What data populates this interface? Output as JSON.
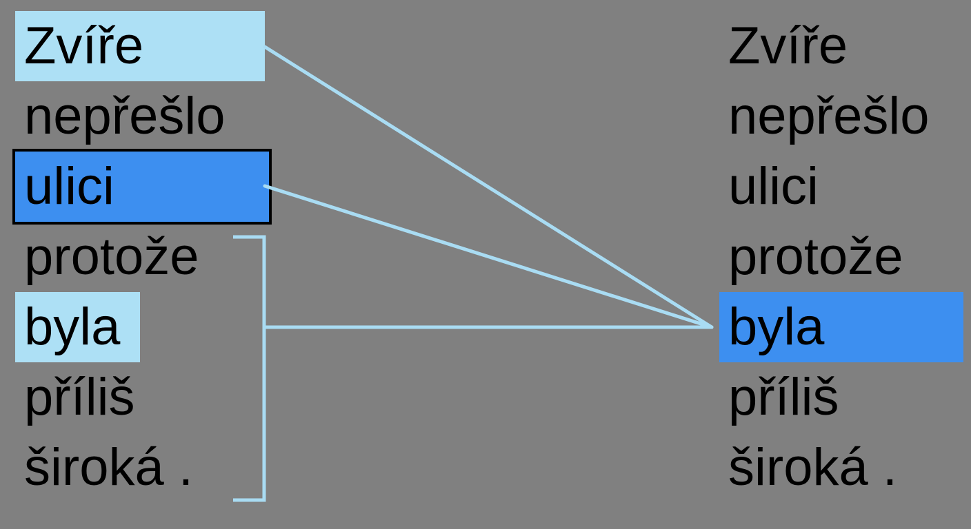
{
  "colors": {
    "background": "#808080",
    "light_highlight": "#ade0f5",
    "strong_highlight": "#3d8ff0",
    "link_line": "#a9dcf3",
    "text": "#000000"
  },
  "left_tokens": [
    {
      "text": "Zvíře",
      "highlight": "light",
      "outlined": false
    },
    {
      "text": "nepřešlo",
      "highlight": "none",
      "outlined": false
    },
    {
      "text": "ulici",
      "highlight": "strong",
      "outlined": true
    },
    {
      "text": "protože",
      "highlight": "none",
      "outlined": false
    },
    {
      "text": "byla",
      "highlight": "light",
      "outlined": false
    },
    {
      "text": "příliš",
      "highlight": "none",
      "outlined": false
    },
    {
      "text": "široká .",
      "highlight": "none",
      "outlined": false
    }
  ],
  "right_tokens": [
    {
      "text": "Zvíře",
      "highlight": "none",
      "outlined": false
    },
    {
      "text": "nepřešlo",
      "highlight": "none",
      "outlined": false
    },
    {
      "text": "ulici",
      "highlight": "none",
      "outlined": false
    },
    {
      "text": "protože",
      "highlight": "none",
      "outlined": false
    },
    {
      "text": "byla",
      "highlight": "strong",
      "outlined": false
    },
    {
      "text": "příliš",
      "highlight": "none",
      "outlined": false
    },
    {
      "text": "široká .",
      "highlight": "none",
      "outlined": false
    }
  ],
  "bracket_span": {
    "from_left_index": 3,
    "to_left_index": 6
  },
  "links": [
    {
      "from": "left",
      "from_index": 0,
      "to_index": 4
    },
    {
      "from": "left",
      "from_index": 2,
      "to_index": 4
    },
    {
      "from": "bracket",
      "to_index": 4
    }
  ]
}
